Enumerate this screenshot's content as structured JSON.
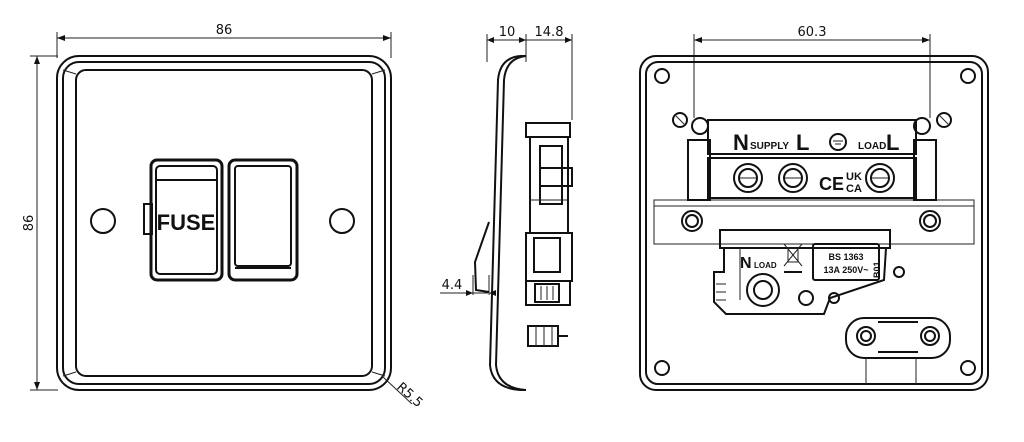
{
  "dimensions": {
    "front_width": "86",
    "front_height": "86",
    "corner_radius": "R5.5",
    "side_depth_plate": "10",
    "side_depth_back": "14.8",
    "side_rocker": "4.4",
    "rear_hole_spacing": "60.3"
  },
  "front": {
    "fuse_label": "FUSE"
  },
  "rear": {
    "terminal_n": "N",
    "supply_label": "SUPPLY",
    "terminal_l_supply": "L",
    "load_label": "LOAD",
    "terminal_l_load": "L",
    "n_load_n": "N",
    "n_load_label": "LOAD",
    "standard": "BS 1363",
    "rating": "13A 250V~",
    "model_code": "B01",
    "mark_ce": "CE",
    "mark_ukca_top": "UK",
    "mark_ukca_bottom": "CA"
  }
}
